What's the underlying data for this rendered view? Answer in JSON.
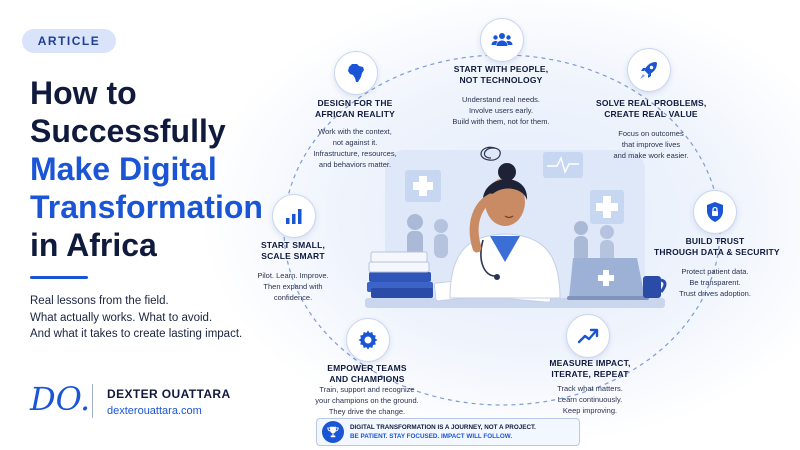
{
  "badge": "ARTICLE",
  "title": {
    "line1": "How to",
    "line2": "Successfully",
    "line3": "Make Digital",
    "line4": "Transformation",
    "line5": "in Africa"
  },
  "intro": [
    "Real lessons from the field.",
    "What actually works. What to avoid.",
    "And what it takes to create lasting impact."
  ],
  "author": {
    "initials": "DO.",
    "name": "DEXTER OUATTARA",
    "website": "dexterouattara.com"
  },
  "steps": {
    "people": {
      "icon": "people-icon",
      "title": [
        "START WITH PEOPLE,",
        "NOT TECHNOLOGY"
      ],
      "body": [
        "Understand real needs.",
        "Involve users early.",
        "Build with them, not for them."
      ]
    },
    "africa": {
      "icon": "africa-map-icon",
      "title": [
        "DESIGN FOR THE",
        "AFRICAN REALITY"
      ],
      "body": [
        "Work with the context,",
        "not against it.",
        "Infrastructure, resources,",
        "and behaviors matter."
      ]
    },
    "problems": {
      "icon": "rocket-icon",
      "title": [
        "SOLVE REAL PROBLEMS,",
        "CREATE REAL VALUE"
      ],
      "body": [
        "Focus on outcomes",
        "that improve lives",
        "and make work easier."
      ]
    },
    "scale": {
      "icon": "bar-chart-icon",
      "title": [
        "START SMALL,",
        "SCALE SMART"
      ],
      "body": [
        "Pilot. Learn. Improve.",
        "Then expand with",
        "confidence."
      ]
    },
    "trust": {
      "icon": "shield-lock-icon",
      "title": [
        "BUILD TRUST",
        "THROUGH DATA & SECURITY"
      ],
      "body": [
        "Protect patient data.",
        "Be transparent.",
        "Trust drives adoption."
      ]
    },
    "empower": {
      "icon": "gear-icon",
      "title": [
        "EMPOWER TEAMS",
        "AND CHAMPIONS"
      ],
      "body": [
        "Train, support and recognize",
        "your champions on the ground.",
        "They drive the change."
      ]
    },
    "measure": {
      "icon": "trend-up-icon",
      "title": [
        "MEASURE IMPACT,",
        "ITERATE, REPEAT"
      ],
      "body": [
        "Track what matters.",
        "Learn continuously.",
        "Keep improving."
      ]
    }
  },
  "footer": {
    "icon": "trophy-icon",
    "line1": "DIGITAL TRANSFORMATION IS A JOURNEY, NOT A PROJECT.",
    "line2": "BE PATIENT. STAY FOCUSED. IMPACT WILL FOLLOW."
  },
  "colors": {
    "accent": "#1a55d6",
    "navy": "#0f1a3d",
    "badge_bg": "#d9e4fb"
  }
}
